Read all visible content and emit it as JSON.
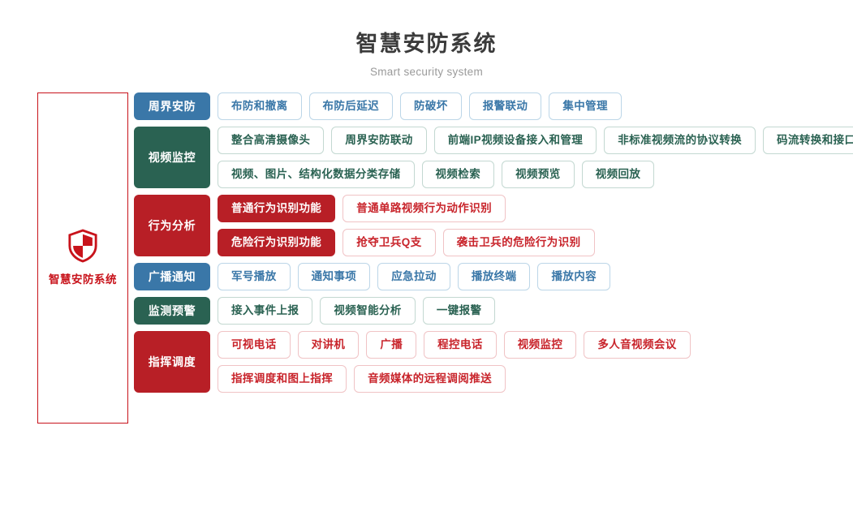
{
  "header": {
    "title": "智慧安防系统",
    "subtitle": "Smart security system"
  },
  "sidebar": {
    "logo_icon": "shield-icon",
    "label": "智慧安防系统",
    "border_color": "#c8131b",
    "text_color": "#c8131b"
  },
  "colors": {
    "blue": "#3a77a8",
    "green": "#2a6252",
    "red": "#b81f26",
    "chip_red_text": "#c8242b",
    "title": "#3b3b3b",
    "subtitle": "#9a9a9a"
  },
  "rows": [
    {
      "category": "周界安防",
      "theme": "blue",
      "lines": [
        {
          "items": [
            {
              "label": "布防和撤离",
              "style": "outline"
            },
            {
              "label": "布防后延迟",
              "style": "outline"
            },
            {
              "label": "防破坏",
              "style": "outline"
            },
            {
              "label": "报警联动",
              "style": "outline"
            },
            {
              "label": "集中管理",
              "style": "outline"
            }
          ]
        }
      ]
    },
    {
      "category": "视频监控",
      "theme": "green",
      "lines": [
        {
          "items": [
            {
              "label": "整合高清摄像头",
              "style": "outline"
            },
            {
              "label": "周界安防联动",
              "style": "outline"
            },
            {
              "label": "前端IP视频设备接入和管理",
              "style": "outline"
            },
            {
              "label": "非标准视频流的协议转换",
              "style": "outline"
            },
            {
              "label": "码流转换和接口转换",
              "style": "outline"
            }
          ]
        },
        {
          "items": [
            {
              "label": "视频、图片、结构化数据分类存储",
              "style": "outline"
            },
            {
              "label": "视频检索",
              "style": "outline"
            },
            {
              "label": "视频预览",
              "style": "outline"
            },
            {
              "label": "视频回放",
              "style": "outline"
            }
          ]
        }
      ]
    },
    {
      "category": "行为分析",
      "theme": "red",
      "lines": [
        {
          "items": [
            {
              "label": "普通行为识别功能",
              "style": "solid"
            },
            {
              "label": "普通单路视频行为动作识别",
              "style": "outline"
            }
          ]
        },
        {
          "items": [
            {
              "label": "危险行为识别功能",
              "style": "solid"
            },
            {
              "label": "抢夺卫兵Q支",
              "style": "outline"
            },
            {
              "label": "袭击卫兵的危险行为识别",
              "style": "outline"
            }
          ]
        }
      ]
    },
    {
      "category": "广播通知",
      "theme": "blue",
      "lines": [
        {
          "items": [
            {
              "label": "军号播放",
              "style": "outline"
            },
            {
              "label": "通知事项",
              "style": "outline"
            },
            {
              "label": "应急拉动",
              "style": "outline"
            },
            {
              "label": "播放终端",
              "style": "outline"
            },
            {
              "label": "播放内容",
              "style": "outline"
            }
          ]
        }
      ]
    },
    {
      "category": "监测预警",
      "theme": "green",
      "lines": [
        {
          "items": [
            {
              "label": "接入事件上报",
              "style": "outline"
            },
            {
              "label": "视频智能分析",
              "style": "outline"
            },
            {
              "label": "一键报警",
              "style": "outline"
            }
          ]
        }
      ]
    },
    {
      "category": "指挥调度",
      "theme": "red",
      "lines": [
        {
          "items": [
            {
              "label": "可视电话",
              "style": "outline"
            },
            {
              "label": "对讲机",
              "style": "outline"
            },
            {
              "label": "广播",
              "style": "outline"
            },
            {
              "label": "程控电话",
              "style": "outline"
            },
            {
              "label": "视频监控",
              "style": "outline"
            },
            {
              "label": "多人音视频会议",
              "style": "outline"
            }
          ]
        },
        {
          "items": [
            {
              "label": "指挥调度和图上指挥",
              "style": "outline"
            },
            {
              "label": "音频媒体的远程调阅推送",
              "style": "outline"
            }
          ]
        }
      ]
    }
  ]
}
